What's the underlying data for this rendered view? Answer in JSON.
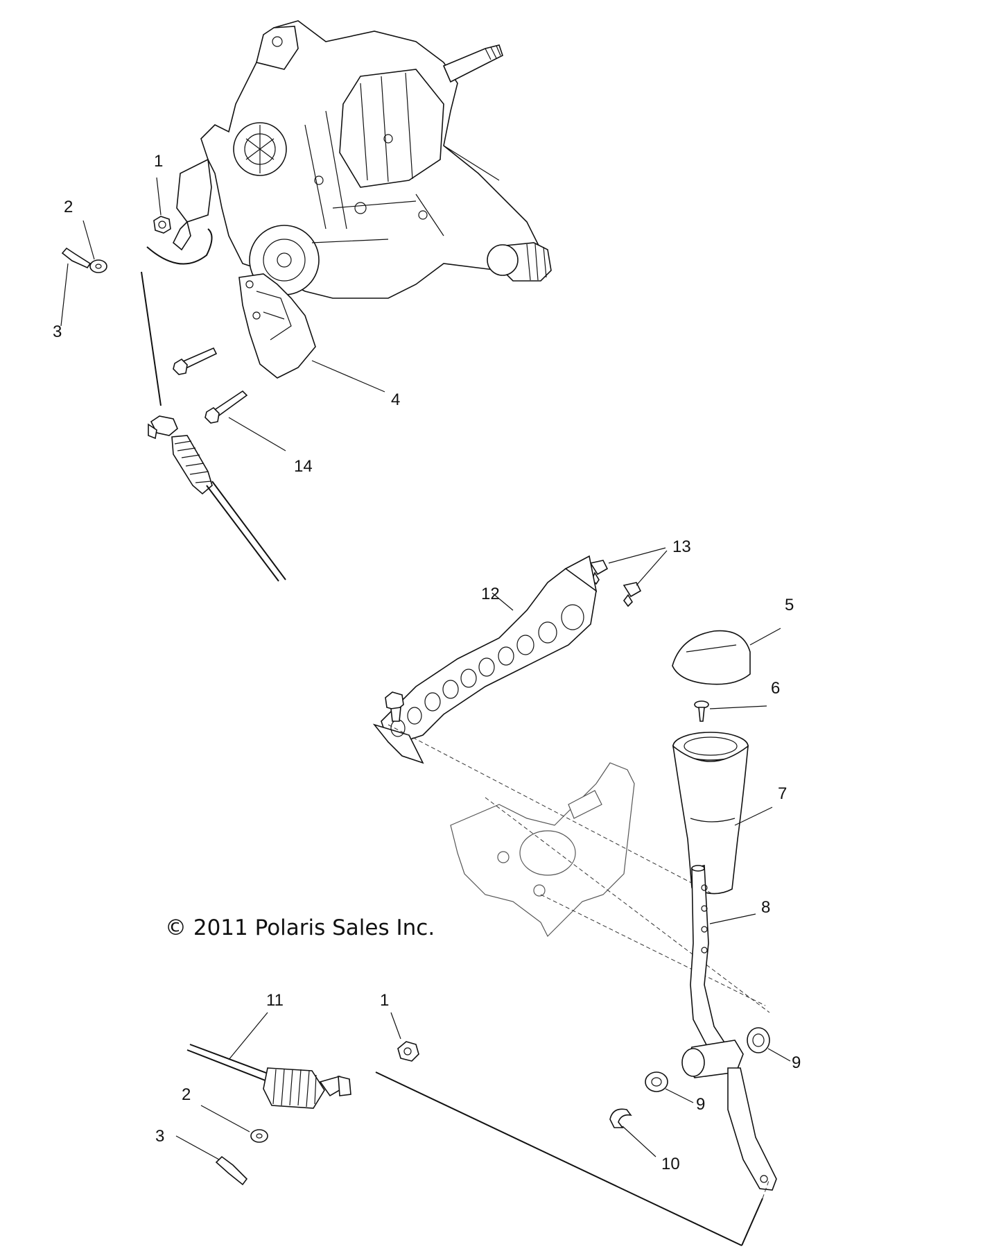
{
  "copyright": "© 2011 Polaris Sales Inc.",
  "callouts": {
    "c1_top": "1",
    "c2_top": "2",
    "c3_top": "3",
    "c4": "4",
    "c14": "14",
    "c13": "13",
    "c12": "12",
    "c5": "5",
    "c6": "6",
    "c7": "7",
    "c8": "8",
    "c11": "11",
    "c1_bot": "1",
    "c2_bot": "2",
    "c3_bot": "3",
    "c9_right": "9",
    "c9_mid": "9",
    "c10": "10"
  }
}
